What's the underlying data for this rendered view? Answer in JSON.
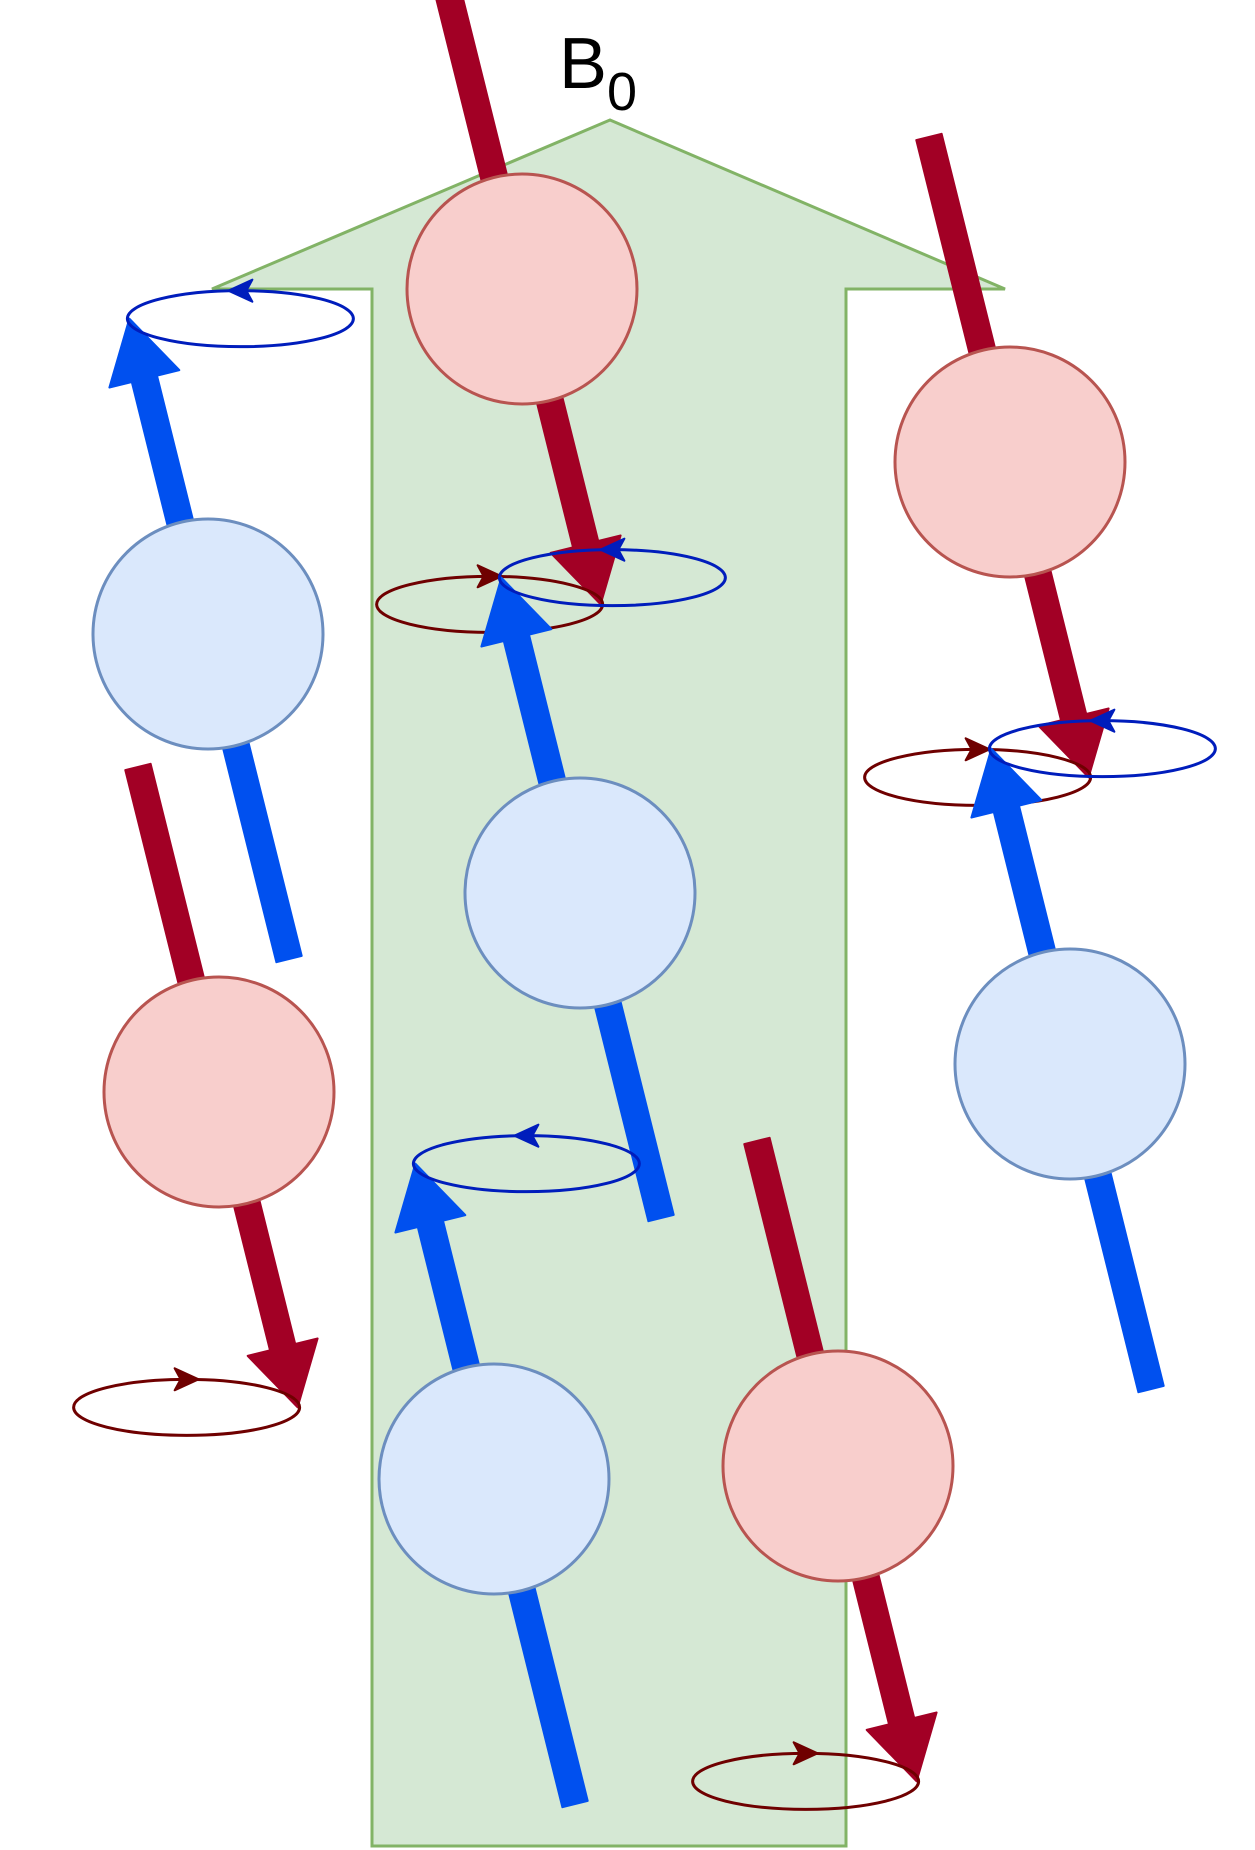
{
  "field": {
    "symbol": "B",
    "subscript": "0",
    "color_fill": "#d5e8d4",
    "color_stroke": "#82b366"
  },
  "spin_styles": {
    "up": {
      "sphere_fill": "#dae8fc",
      "sphere_stroke": "#6c8ebf",
      "arrow": "#0050ef",
      "orbit": "#001dbc"
    },
    "down": {
      "sphere_fill": "#f8cecc",
      "sphere_stroke": "#b85450",
      "arrow": "#a20025",
      "orbit": "#6f0000"
    }
  },
  "spins": [
    {
      "id": "down-1",
      "state": "down"
    },
    {
      "id": "down-2",
      "state": "down"
    },
    {
      "id": "up-1",
      "state": "up"
    },
    {
      "id": "up-2",
      "state": "up"
    },
    {
      "id": "up-3",
      "state": "up"
    },
    {
      "id": "down-3",
      "state": "down"
    },
    {
      "id": "up-4",
      "state": "up"
    },
    {
      "id": "down-4",
      "state": "down"
    }
  ]
}
